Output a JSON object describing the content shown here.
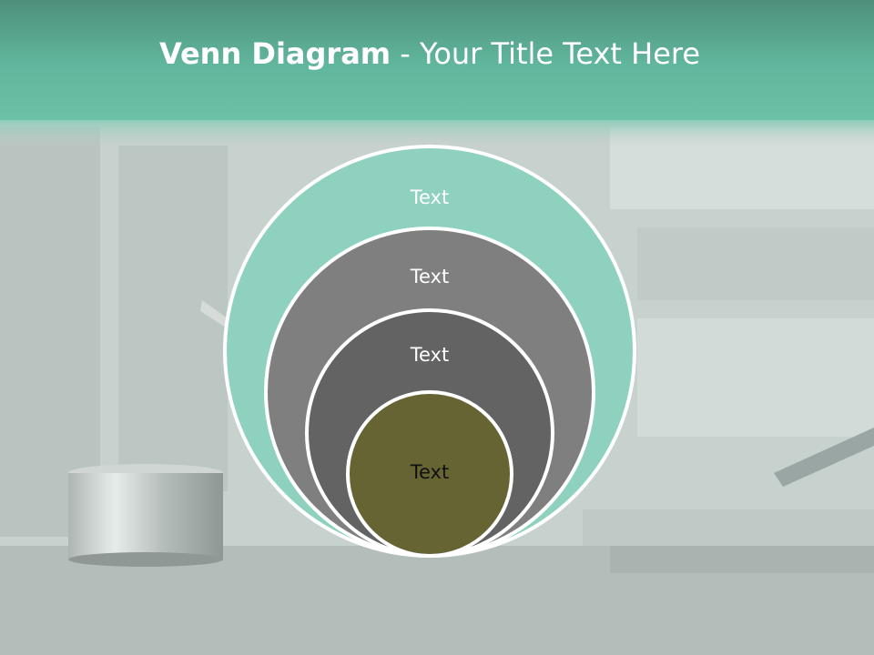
{
  "slide": {
    "title_bold": "Venn Diagram",
    "title_rest": " - Your Title Text Here"
  },
  "circles": [
    {
      "label": "Text",
      "fill": "#8fd1bf",
      "text_color": "#ffffff"
    },
    {
      "label": "Text",
      "fill": "#7f7f7f",
      "text_color": "#ffffff"
    },
    {
      "label": "Text",
      "fill": "#636363",
      "text_color": "#ffffff"
    },
    {
      "label": "Text",
      "fill": "#666433",
      "text_color": "#111111"
    }
  ],
  "colors": {
    "header_band": "#5fb79c",
    "circle_outline": "#ffffff"
  }
}
